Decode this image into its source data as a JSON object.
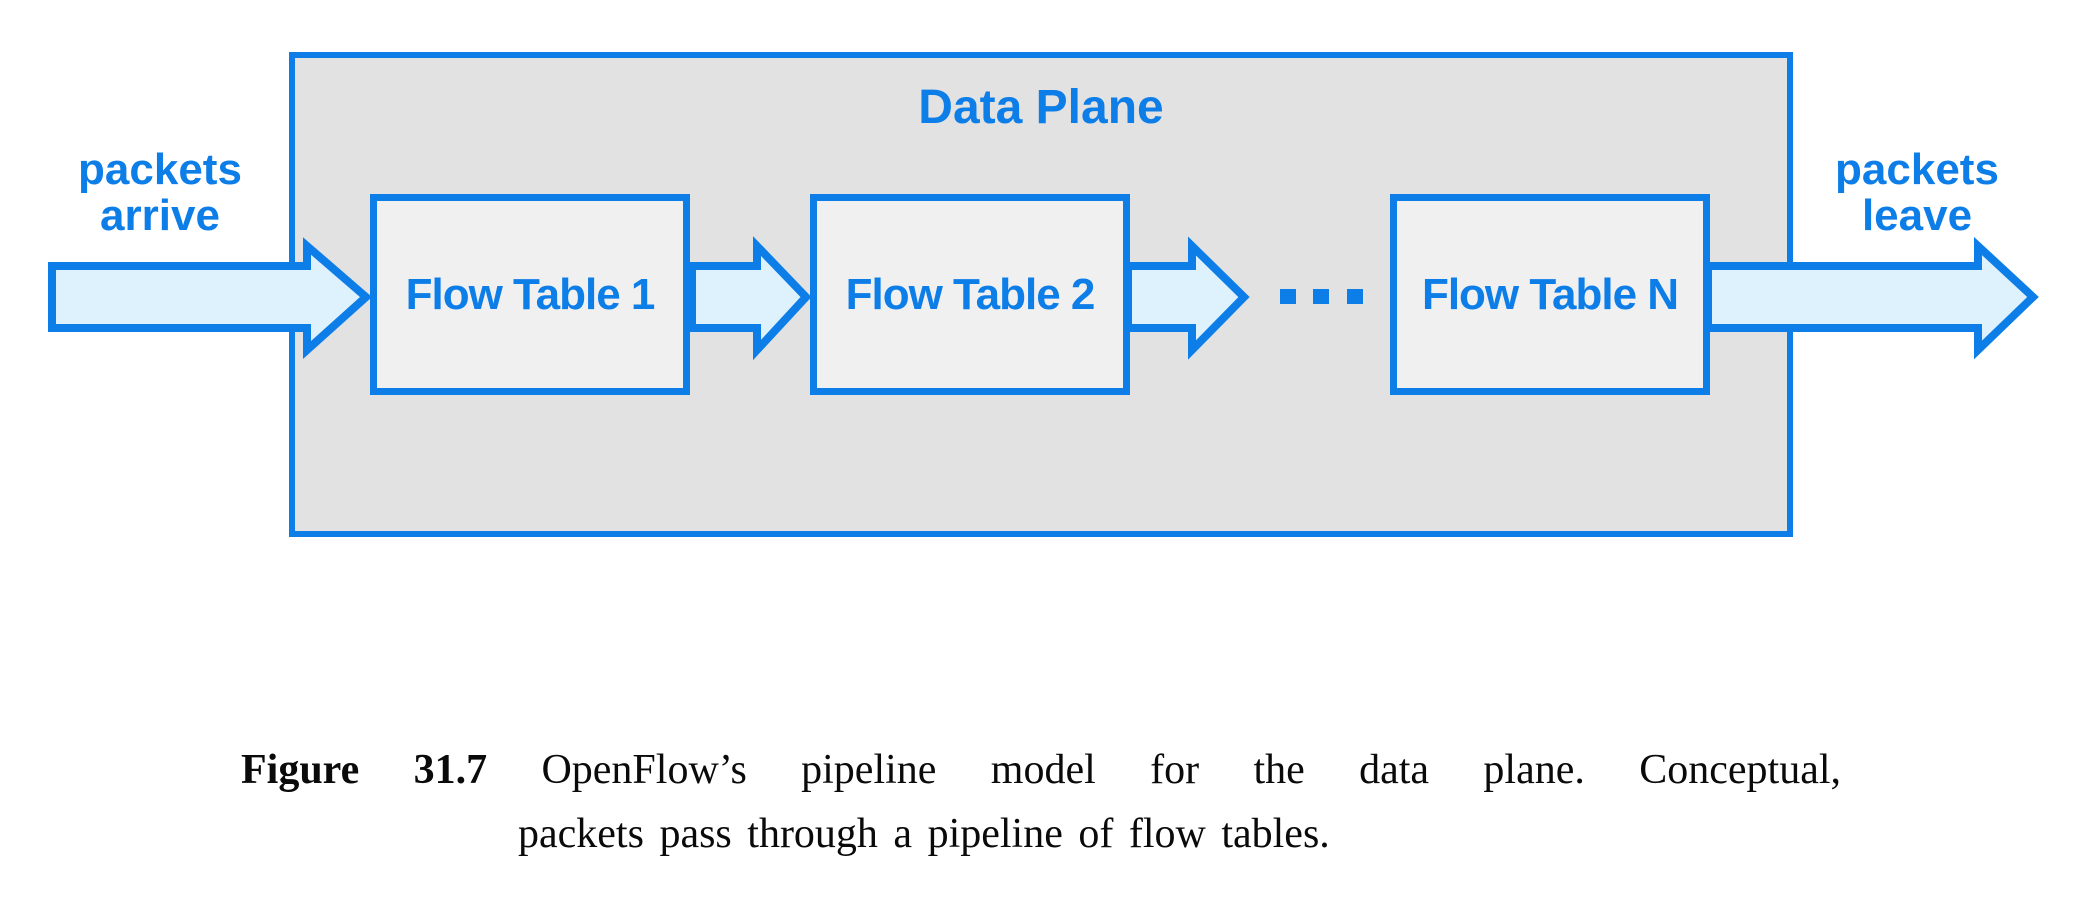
{
  "diagram": {
    "title": "Data Plane",
    "left_label": {
      "line1": "packets",
      "line2": "arrive"
    },
    "right_label": {
      "line1": "packets",
      "line2": "leave"
    },
    "flow_tables": [
      {
        "label": "Flow Table 1"
      },
      {
        "label": "Flow Table 2"
      },
      {
        "label": "Flow Table N"
      }
    ],
    "ellipsis_dot_count": 3,
    "colors": {
      "line_blue": "#0d7ee8",
      "arrow_fill": "#ddf2fc",
      "plane_fill": "#e2e2e2",
      "table_fill": "#f0f0f0",
      "caption_black": "#0a0a0a"
    }
  },
  "caption": {
    "figure_label": "Figure 31.7",
    "line1_rest": "OpenFlow’s pipeline model for the data plane. Conceptual,",
    "line2": "packets pass through a pipeline of flow tables."
  }
}
